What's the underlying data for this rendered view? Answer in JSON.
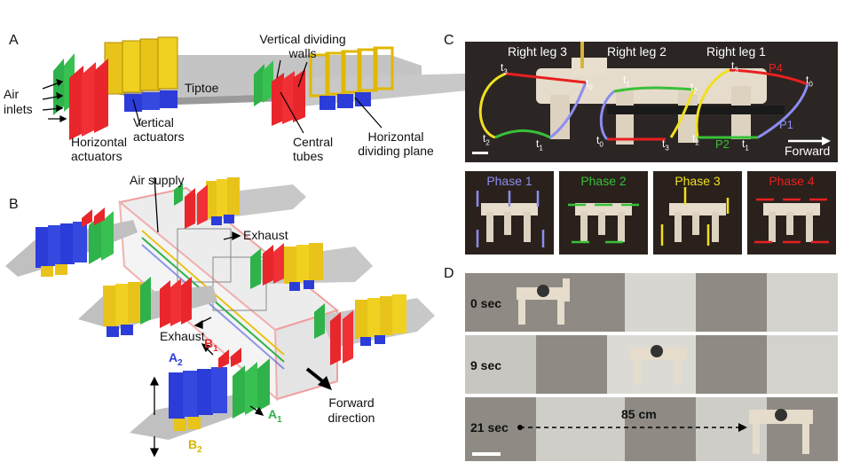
{
  "panels": {
    "a": {
      "letter": "A",
      "labels": {
        "air_inlets": "Air inlets",
        "horizontal_actuators": "Horizontal actuators",
        "vertical_actuators": "Vertical actuators",
        "tiptoe": "Tiptoe",
        "vertical_dividing_walls": "Vertical dividing walls",
        "central_tubes": "Central tubes",
        "horizontal_dividing_plane": "Horizontal dividing plane"
      }
    },
    "b": {
      "letter": "B",
      "labels": {
        "air_supply": "Air supply",
        "exhaust_top": "Exhaust",
        "exhaust_bottom": "Exhaust",
        "b1": "B",
        "b1_sub": "1",
        "a2": "A",
        "a2_sub": "2",
        "a1": "A",
        "a1_sub": "1",
        "b2": "B",
        "b2_sub": "2",
        "forward_direction": "Forward direction"
      }
    },
    "c": {
      "letter": "C",
      "leg_titles": [
        "Right leg 3",
        "Right leg 2",
        "Right leg 1"
      ],
      "time_marks": {
        "t0": "t",
        "t1": "t",
        "t2": "t",
        "t3": "t",
        "s0": "0",
        "s1": "1",
        "s2": "2",
        "s3": "3"
      },
      "phase_marks": {
        "p1": "P1",
        "p2": "P2",
        "p4": "P4"
      },
      "forward": "Forward",
      "phases": [
        {
          "label": "Phase 1",
          "color": "#8c8cf0"
        },
        {
          "label": "Phase 2",
          "color": "#38c038"
        },
        {
          "label": "Phase 3",
          "color": "#f0e020"
        },
        {
          "label": "Phase 4",
          "color": "#e82020"
        }
      ]
    },
    "d": {
      "letter": "D",
      "frames": [
        {
          "time": "0 sec"
        },
        {
          "time": "9 sec"
        },
        {
          "time": "21 sec"
        }
      ],
      "distance": "85 cm"
    }
  },
  "colors": {
    "red": "#e8262b",
    "green": "#2fb24a",
    "blue": "#2b3cd8",
    "yellow": "#ecc81c",
    "gray": "#bdbdbd"
  }
}
